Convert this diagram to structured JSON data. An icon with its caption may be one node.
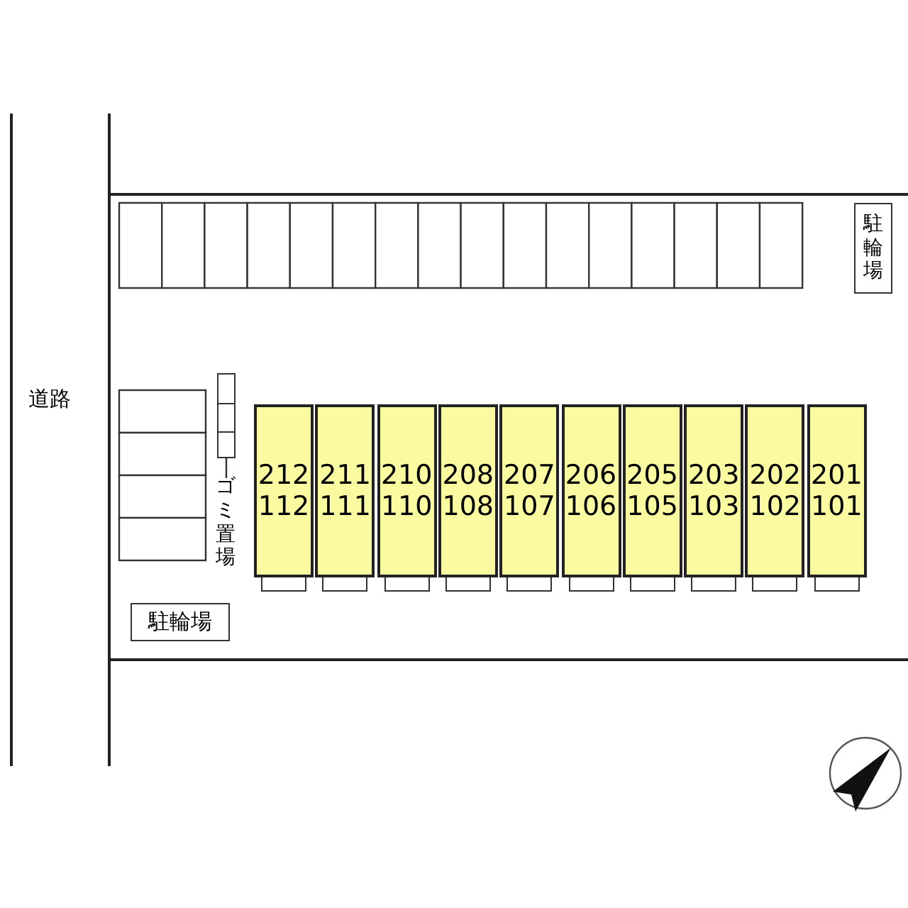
{
  "diagram": {
    "nodes": [
      {
        "text": [
          "駐輪場"
        ]
      },
      {
        "text": [],
        "shape": "box"
      },
      {
        "text": [
          "ゴミ置場"
        ]
      },
      {
        "text": [
          "212",
          "112"
        ]
      },
      {
        "text": [
          "211",
          "111"
        ]
      },
      {
        "text": [
          "210",
          "110"
        ]
      },
      {
        "text": [
          "208",
          "108"
        ]
      },
      {
        "text": [
          "207",
          "107"
        ]
      },
      {
        "text": [
          "206",
          "106"
        ]
      },
      {
        "text": [
          "205",
          "105"
        ]
      },
      {
        "text": [
          "203",
          "103"
        ]
      },
      {
        "text": [
          "202",
          "102"
        ]
      },
      {
        "text": [
          "201",
          "101"
        ]
      },
      {
        "text": [
          "駐輪場"
        ]
      }
    ],
    "edges": [
      {
        "from": 2,
        "to": 1,
        "arrow": "none"
      }
    ],
    "labels": [
      "道路"
    ]
  }
}
